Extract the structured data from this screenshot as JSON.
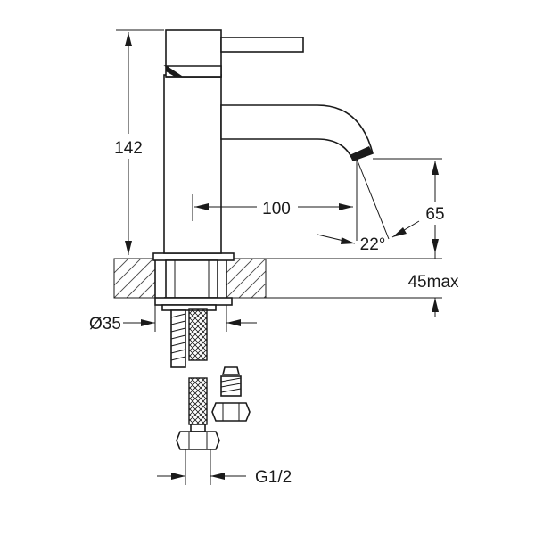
{
  "drawing": {
    "dimensions": {
      "height_total": "142",
      "spout_reach": "100",
      "spout_height": "65",
      "spout_angle": "22°",
      "deck_thickness": "45max",
      "hole_diameter": "Ø35",
      "connection_thread": "G1/2"
    }
  }
}
